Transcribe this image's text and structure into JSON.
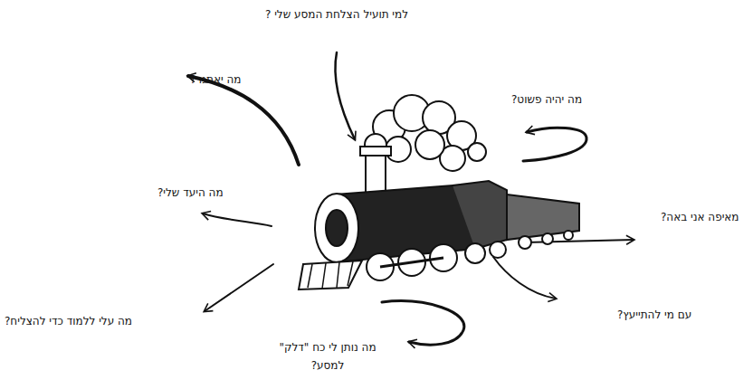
{
  "diagram": {
    "labels": [
      "למי תועיל הצלחת המסע שלי ?",
      "מה יאתגר?",
      "מה יהיה פשוט?",
      "מה היעד שלי?",
      "מאיפה אני באה?",
      "מה עלי ללמוד כדי להצליח?",
      "עם מי להתייעץ?",
      "מה נותן לי כח \"דלק\" למסע?"
    ]
  }
}
